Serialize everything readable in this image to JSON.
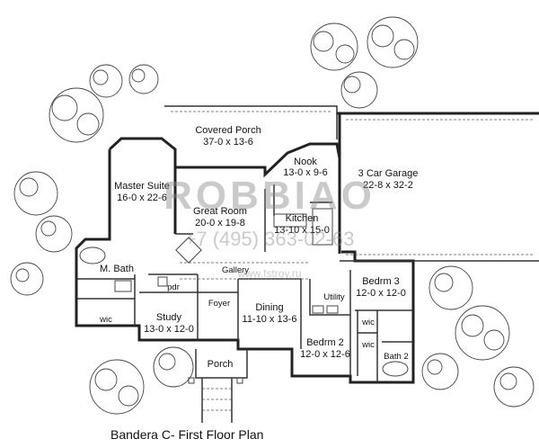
{
  "plan_title": "Bandera C- First Floor Plan",
  "watermark": {
    "brand": "ROBBIAO",
    "phone": "+7 (495) 363-02-63",
    "url": "www.fstroy.ru"
  },
  "rooms": {
    "covered_porch": {
      "name": "Covered Porch",
      "dims": "37-0 x 13-6"
    },
    "master_suite": {
      "name": "Master Suite",
      "dims": "16-0 x 22-6"
    },
    "nook": {
      "name": "Nook",
      "dims": "13-0 x 9-6"
    },
    "garage": {
      "name": "3 Car Garage",
      "dims": "22-8 x 32-2"
    },
    "great_room": {
      "name": "Great Room",
      "dims": "20-0 x 19-8"
    },
    "kitchen": {
      "name": "Kitchen",
      "dims": "13-10 x 15-0"
    },
    "master_bath": {
      "name": "M. Bath"
    },
    "gallery": {
      "name": "Gallery"
    },
    "pdr": {
      "name": "pdr"
    },
    "foyer": {
      "name": "Foyer"
    },
    "utility": {
      "name": "Utility"
    },
    "bedroom3": {
      "name": "Bedrm 3",
      "dims": "12-0 x 12-0"
    },
    "wic_master": {
      "name": "wic"
    },
    "study": {
      "name": "Study",
      "dims": "13-0 x 12-0"
    },
    "dining": {
      "name": "Dining",
      "dims": "11-10 x 13-6"
    },
    "wic_bed3": {
      "name": "wic"
    },
    "bedroom2": {
      "name": "Bedrm 2",
      "dims": "12-0 x 12-6"
    },
    "wic_bed2": {
      "name": "wic"
    },
    "bath2": {
      "name": "Bath 2"
    },
    "porch": {
      "name": "Porch"
    }
  }
}
